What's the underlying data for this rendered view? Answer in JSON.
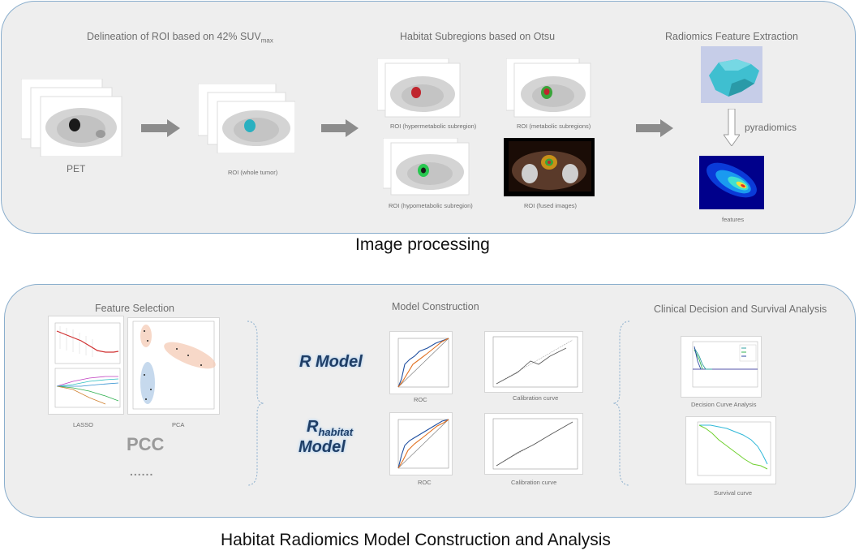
{
  "panels": {
    "top": {
      "title": "Image processing",
      "sections": {
        "delineation": {
          "prefix": "Delineation of ROI based on 42% SUV",
          "sub": "max"
        },
        "habitat": "Habitat Subregions based on Otsu",
        "radiomics": "Radiomics Feature Extraction"
      },
      "labels": {
        "pet": "PET",
        "roi_whole": "ROI (whole tumor)",
        "roi_hyper": "ROI (hypermetabolic subregion)",
        "roi_meta": "ROI (metabolic subregions)",
        "roi_hypo": "ROI (hypometabolic subregion)",
        "roi_fused": "ROI (fused images)",
        "pyradiomics": "pyradiomics",
        "features": "features"
      }
    },
    "bottom": {
      "title": "Habitat Radiomics Model  Construction and Analysis",
      "sections": {
        "feature_selection": "Feature Selection",
        "model_construction": "Model  Construction",
        "clinical": "Clinical Decision and Survival Analysis"
      },
      "labels": {
        "lasso": "LASSO",
        "pca": "PCA",
        "pcc": "PCC",
        "dots": "......",
        "r_model": "R Model",
        "rh_r": "R",
        "rh_sub": "habitat",
        "rh_model": "Model",
        "roc1": "ROC",
        "cal1": "Calibration curve",
        "roc2": "ROC",
        "cal2": "Calibration curve",
        "dca": "Decision Curve Analysis",
        "survival": "Survival curve"
      }
    }
  },
  "colors": {
    "panel_fill": "#eeeeee",
    "panel_border": "#8aaecd",
    "arrow": "#8c8c8c",
    "model_text": "#1f3e66",
    "tumor_whole": "#2ab0c0",
    "tumor_hyper": "#c0262e",
    "tumor_meta": "#3aa43a",
    "tumor_hypo": "#28c850",
    "mesh": "#3fbfd0",
    "heatmap_bg": "#00008b"
  }
}
